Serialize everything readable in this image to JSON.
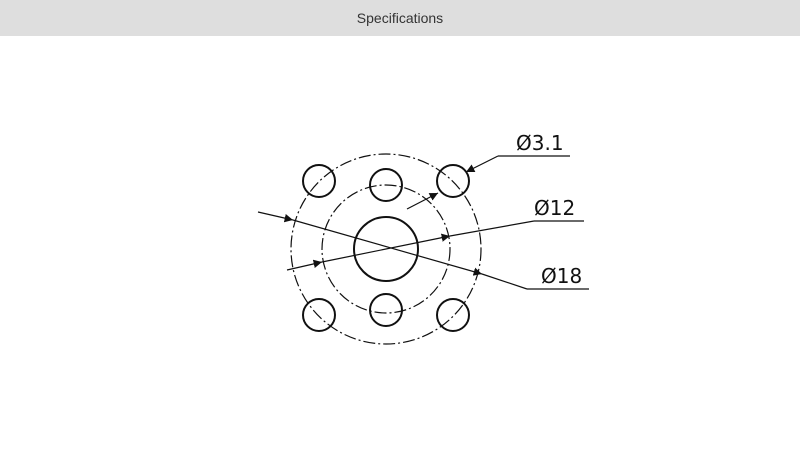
{
  "header": {
    "title": "Specifications"
  },
  "diagram": {
    "dimensions": {
      "small_hole": "Ø3.1",
      "inner_circle": "Ø12",
      "outer_circle": "Ø18"
    }
  },
  "colors": {
    "header_bg": "#dedede",
    "line": "#111111"
  }
}
